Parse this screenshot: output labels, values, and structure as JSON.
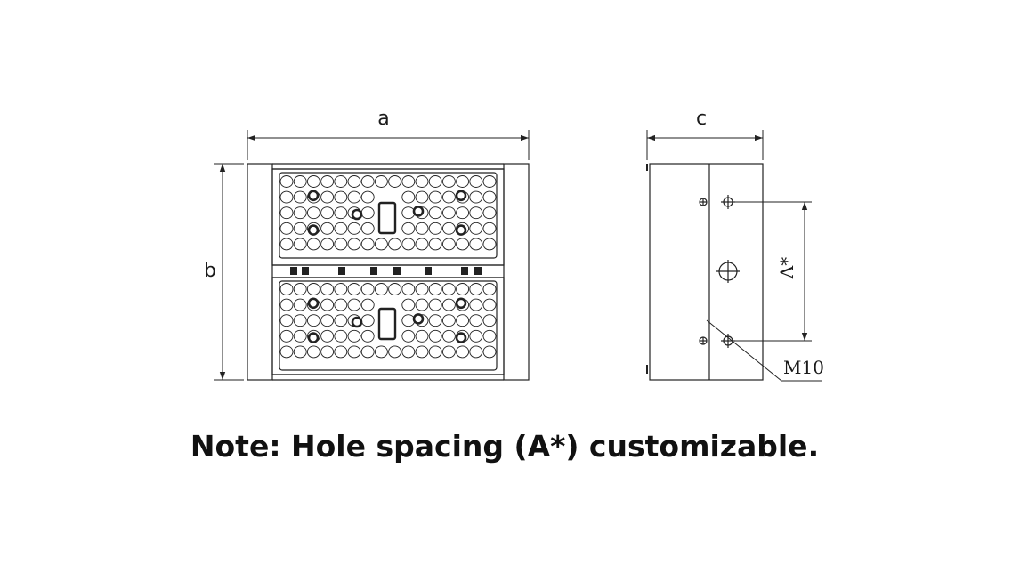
{
  "labels": {
    "width": "a",
    "height": "b",
    "depth": "c",
    "hole_spacing": "A*",
    "bolt": "M10"
  },
  "note": "Note: Hole spacing (A*) customizable.",
  "colors": {
    "line": "#222222",
    "background": "#ffffff"
  }
}
